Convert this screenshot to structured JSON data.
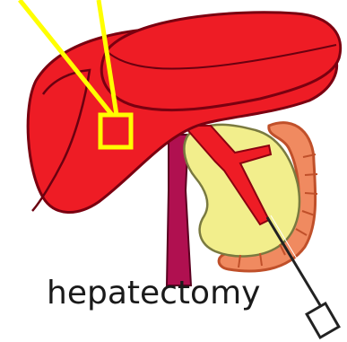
{
  "caption": "hepatectomy",
  "colors": {
    "liver": "#ee1c25",
    "liver_dark": "#b00010",
    "vein": "#b01050",
    "pancreas": "#f2ee8c",
    "duodenum": "#f08a60",
    "marker": "#ffff00",
    "needle": "#222222"
  },
  "icons": [
    "liver",
    "gallbladder-pancreas",
    "duodenum",
    "ivc",
    "needle",
    "focus-box"
  ]
}
